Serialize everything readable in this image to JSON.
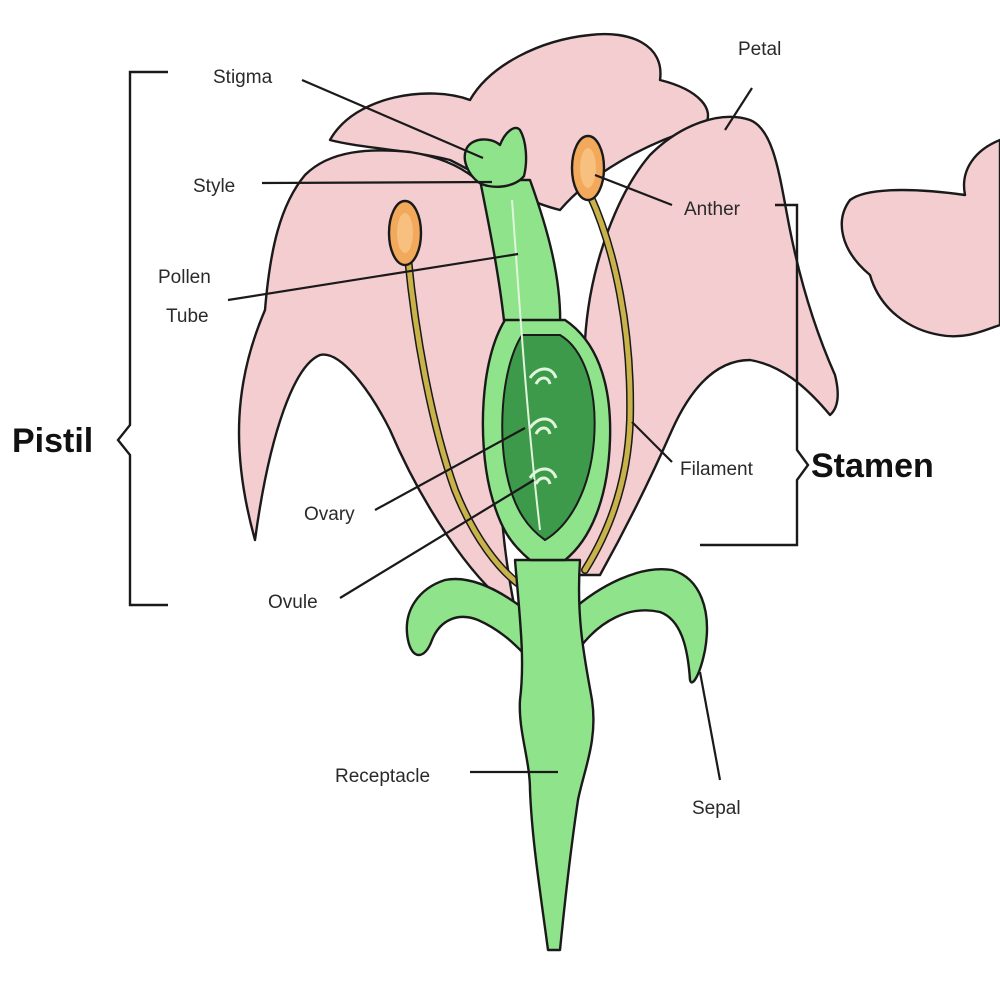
{
  "labels": {
    "stigma": "Stigma",
    "style": "Style",
    "pollen_tube_line1": "Pollen",
    "pollen_tube_line2": "Tube",
    "petal": "Petal",
    "anther": "Anther",
    "filament": "Filament",
    "ovary": "Ovary",
    "ovule": "Ovule",
    "receptacle": "Receptacle",
    "sepal": "Sepal",
    "pistil": "Pistil",
    "stamen": "Stamen"
  },
  "colors": {
    "petal": "#f3cdd0",
    "stem": "#8fe38a",
    "ovary": "#3d9a4a",
    "ovary_inner": "#4fae57",
    "anther": "#f2a95b",
    "filament": "#c9b24a",
    "line": "#1a1a1a"
  }
}
